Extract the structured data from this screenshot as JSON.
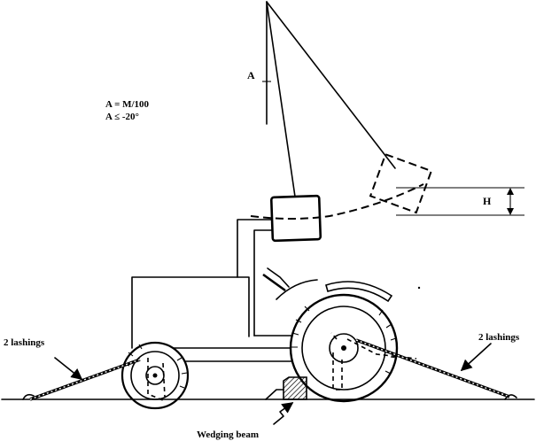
{
  "labels": {
    "angle_symbol": "A",
    "formula_line1": "A = M/100",
    "formula_line2": "A ≤ -20°",
    "height_symbol": "H",
    "left_lashing": "2 lashings",
    "right_lashing": "2 lashings",
    "wedging_beam": "Wedging beam"
  }
}
